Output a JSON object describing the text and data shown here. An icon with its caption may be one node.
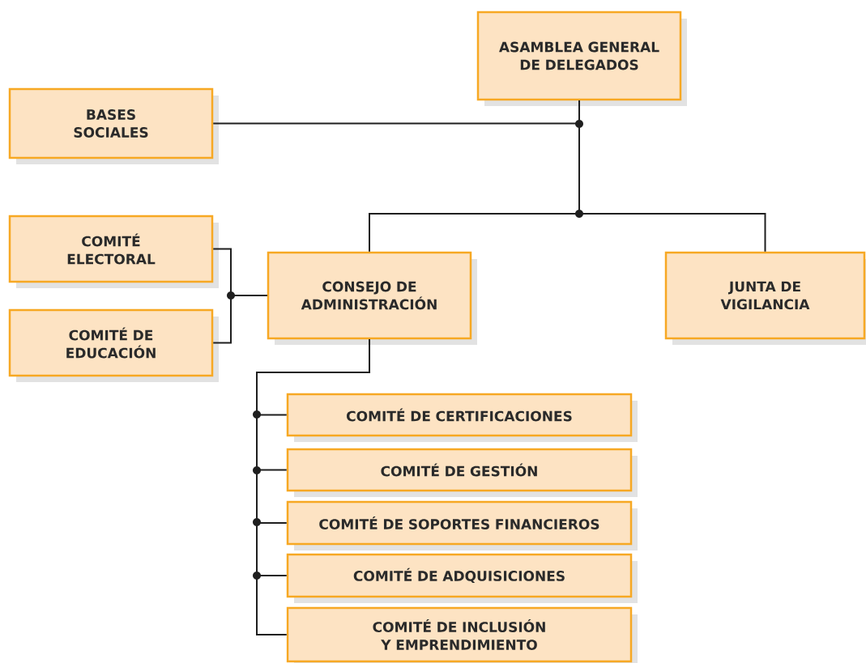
{
  "diagram": {
    "nodes": [
      {
        "text": [
          "ASAMBLEA GENERAL DE DELEGADOS"
        ]
      },
      {
        "text": [
          "BASES SOCIALES"
        ]
      },
      {
        "text": [
          "COMITÉ ELECTORAL"
        ]
      },
      {
        "text": [
          "COMITÉ DE EDUCACIÓN"
        ]
      },
      {
        "text": [
          "CONSEJO DE ADMINISTRACIÓN"
        ]
      },
      {
        "text": [
          "JUNTA DE VIGILANCIA"
        ]
      },
      {
        "text": [
          "COMITÉ DE CERTIFICACIONES"
        ]
      },
      {
        "text": [
          "COMITÉ DE GESTIÓN"
        ]
      },
      {
        "text": [
          "COMITÉ DE SOPORTES FINANCIEROS"
        ]
      },
      {
        "text": [
          "COMITÉ DE ADQUISICIONES"
        ]
      },
      {
        "text": [
          "COMITÉ DE INCLUSIÓN Y EMPRENDIMIENTO"
        ]
      }
    ],
    "edges": [
      {
        "from": 1,
        "to": 0,
        "arrow": "none"
      },
      {
        "from": 0,
        "to": 4,
        "arrow": "none"
      },
      {
        "from": 0,
        "to": 5,
        "arrow": "none"
      },
      {
        "from": 2,
        "to": 4,
        "arrow": "none"
      },
      {
        "from": 3,
        "to": 4,
        "arrow": "none"
      },
      {
        "from": 4,
        "to": 6,
        "arrow": "none"
      },
      {
        "from": 4,
        "to": 7,
        "arrow": "none"
      },
      {
        "from": 4,
        "to": 8,
        "arrow": "none"
      },
      {
        "from": 4,
        "to": 9,
        "arrow": "none"
      },
      {
        "from": 4,
        "to": 10,
        "arrow": "none"
      }
    ]
  }
}
